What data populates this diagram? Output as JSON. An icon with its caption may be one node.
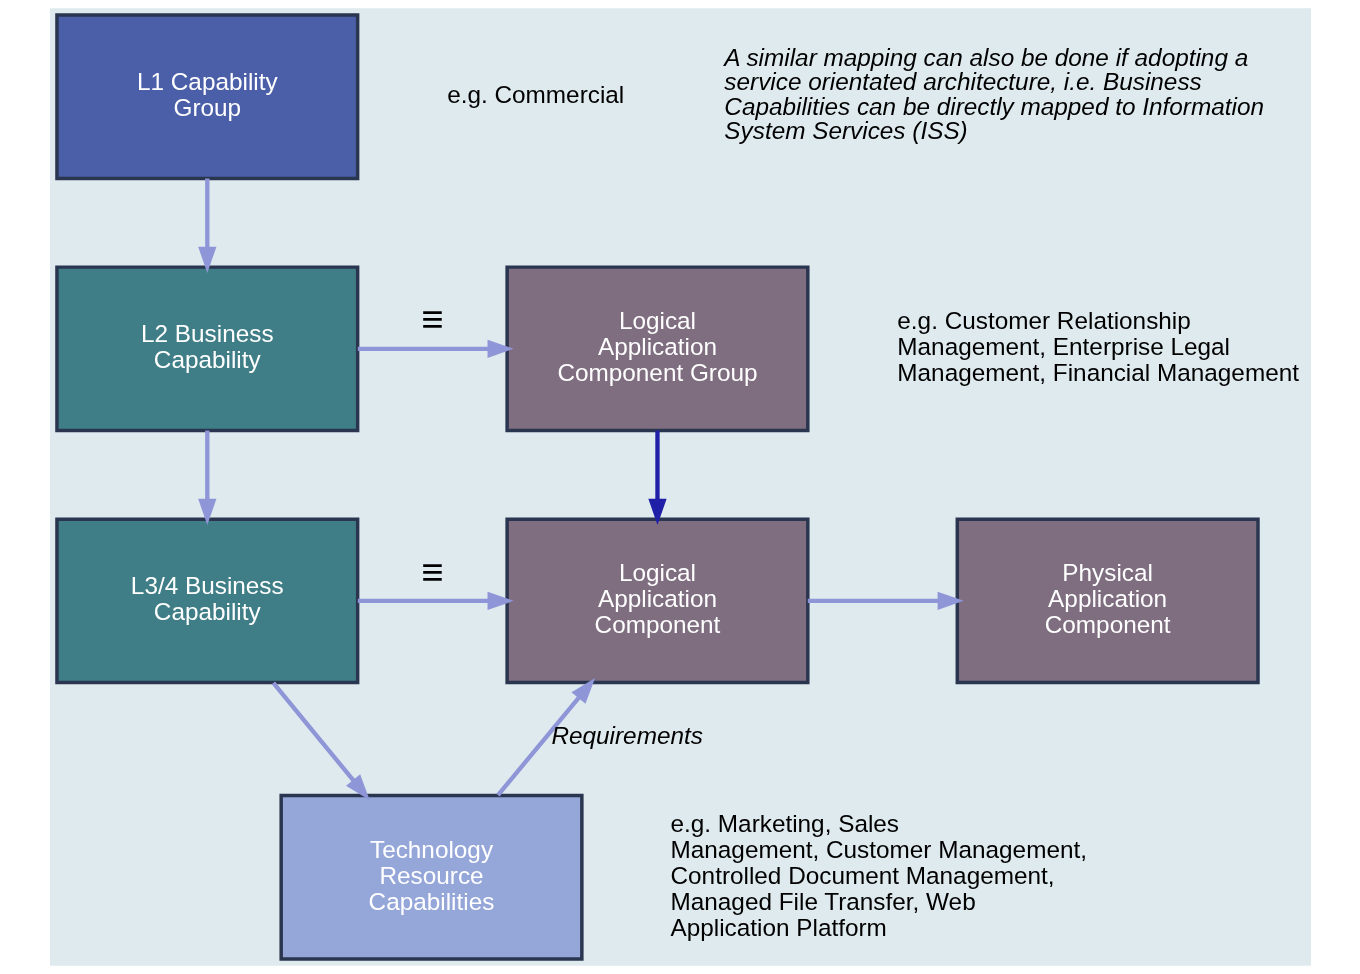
{
  "diagram": {
    "nodes": [
      {
        "text": [
          "L1 Capability Group"
        ]
      },
      {
        "text": [
          "L2 Business Capability"
        ]
      },
      {
        "text": [
          "L3/4 Business Capability"
        ]
      },
      {
        "text": [
          "Technology Resource Capabilities"
        ]
      },
      {
        "text": [
          "Logical Application Component Group"
        ]
      },
      {
        "text": [
          "Logical Application Component"
        ]
      },
      {
        "text": [
          "Physical Application Component"
        ]
      }
    ],
    "edges": [
      {
        "from": 0,
        "to": 1,
        "arrow": "to"
      },
      {
        "from": 1,
        "to": 2,
        "arrow": "to"
      },
      {
        "from": 2,
        "to": 3,
        "arrow": "to"
      },
      {
        "from": 1,
        "to": 4,
        "arrow": "to",
        "label": "≡"
      },
      {
        "from": 4,
        "to": 5,
        "arrow": "to",
        "color": "#1f1fa8"
      },
      {
        "from": 2,
        "to": 5,
        "arrow": "to",
        "label": "≡"
      },
      {
        "from": 5,
        "to": 6,
        "arrow": "to"
      },
      {
        "from": 3,
        "to": 5,
        "arrow": "to",
        "label": "Requirements"
      }
    ],
    "labels": [
      "e.g. Commercial",
      "A similar mapping can also be done if adopting a service orientated architecture, i.e. Business Capabilities can be directly mapped to Information System Services (ISS)",
      "e.g. Customer Relationship Management, Enterprise Legal Management, Financial Management",
      "e.g. Marketing, Sales Management, Customer Management, Controlled Document Management, Managed File Transfer, Web Application Platform"
    ]
  }
}
